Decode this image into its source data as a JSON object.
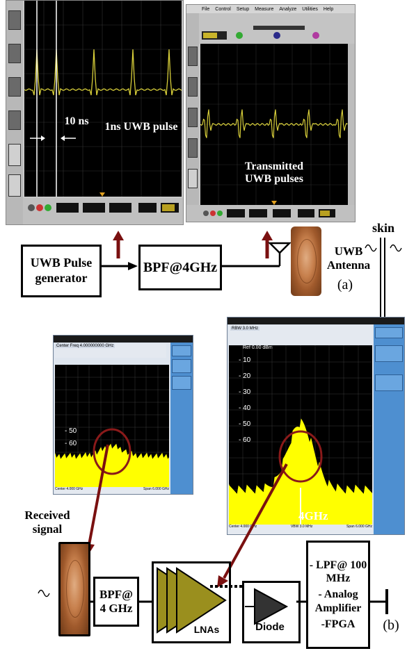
{
  "top_left_scope": {
    "label_interval": "10 ns",
    "label_pulse": "1ns UWB pulse",
    "trace_color": "#d8cf3a"
  },
  "top_right_scope": {
    "menu_items": [
      "File",
      "Control",
      "Setup",
      "Measure",
      "Analyze",
      "Utilities",
      "Help"
    ],
    "label_pulses": "Transmitted UWB pulses",
    "trace_color": "#d8cf3a"
  },
  "tx_chain": {
    "pulse_generator": "UWB Pulse generator",
    "bpf": "BPF@4GHz",
    "antenna_label": "UWB Antenna",
    "skin_label": "skin",
    "panel_tag": "(a)"
  },
  "spectrum_left": {
    "header": "Center Freq 4.000000000 GHz",
    "y_ticks": [
      "- 50",
      "- 60"
    ],
    "footer_left": "Center 4.000 GHz",
    "footer_right": "Span 6.000 GHz",
    "trace_color": "#ffff00"
  },
  "spectrum_right": {
    "header": "RBW 3.0 MHz",
    "ref_text": "Ref 0.00 dBm",
    "y_ticks": [
      "- 10",
      "- 20",
      "- 30",
      "- 40",
      "- 50",
      "- 60"
    ],
    "marker_label": "4GHz",
    "footer_left": "Center 4.000 GHz",
    "footer_mid": "VBW 3.0 MHz",
    "footer_right": "Span 6.000 GHz",
    "trace_color": "#ffff00"
  },
  "rx_chain": {
    "received_signal": "Received signal",
    "bpf": "BPF@ 4 GHz",
    "lna": "LNAs",
    "diode": "Diode",
    "backend": [
      "- LPF@ 100 MHz",
      "- Analog Amplifier",
      "-FPGA"
    ],
    "panel_tag": "(b)"
  },
  "colors": {
    "arrow_red": "#7a1010",
    "lna_fill": "#9a8f1e",
    "circle": "#8a1a1a"
  }
}
